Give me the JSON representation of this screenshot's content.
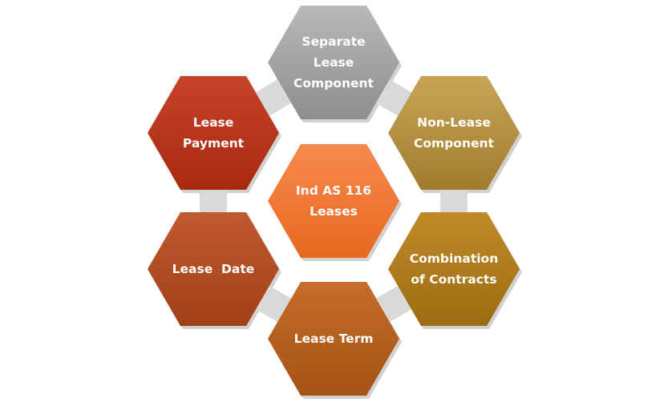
{
  "diagram": {
    "center": {
      "lines": [
        "Ind AS 116",
        "Leases"
      ]
    },
    "nodes": [
      {
        "id": "separate-lease-component",
        "lines": [
          "Separate",
          "Lease",
          "Component"
        ],
        "color_top": "#b9b9b9",
        "color_bottom": "#8e8e8e"
      },
      {
        "id": "non-lease-component",
        "lines": [
          "Non-Lease",
          "Component"
        ],
        "color_top": "#c9a458",
        "color_bottom": "#a07c2e"
      },
      {
        "id": "combination-of-contracts",
        "lines": [
          "Combination",
          "of Contracts"
        ],
        "color_top": "#c08a28",
        "color_bottom": "#9c6c12"
      },
      {
        "id": "lease-term",
        "lines": [
          "Lease Term"
        ],
        "color_top": "#c66d2a",
        "color_bottom": "#a55214"
      },
      {
        "id": "lease-date",
        "lines": [
          "Lease  Date"
        ],
        "color_top": "#c05a30",
        "color_bottom": "#a13f16"
      },
      {
        "id": "lease-payment",
        "lines": [
          "Lease",
          "Payment"
        ],
        "color_top": "#c7432a",
        "color_bottom": "#a82a0e"
      }
    ],
    "center_color_top": "#f78a4d",
    "center_color_bottom": "#e8681f",
    "connector_color": "#d9d9d9"
  }
}
